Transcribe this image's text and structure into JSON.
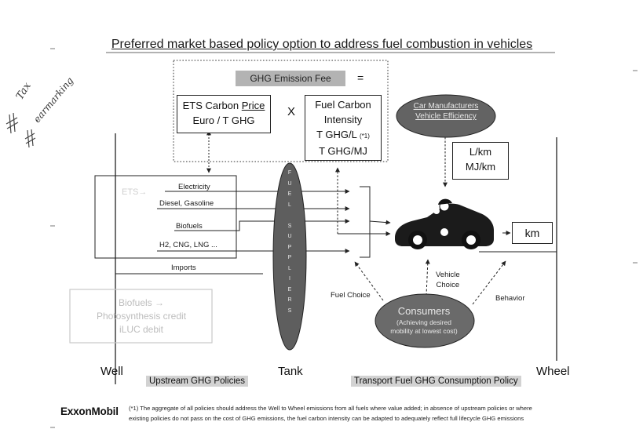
{
  "title": "Preferred market based policy option to address fuel combustion in vehicles",
  "handwriting": {
    "line1": "Tax",
    "line2": "earmarking"
  },
  "fee": {
    "label": "GHG Emission Fee",
    "equals": "="
  },
  "ets_box": {
    "line1_prefix": "ETS Carbon ",
    "line1_underlined": "Price",
    "line2": "Euro / T GHG"
  },
  "multiply": "X",
  "fuel_carbon": {
    "line1": "Fuel Carbon",
    "line2": "Intensity",
    "line3": "T GHG/L",
    "line3_note": "(*1)",
    "line4": "T GHG/MJ"
  },
  "car_manufacturers": {
    "line1": "Car Manufacturers",
    "line2": "Vehicle Efficiency"
  },
  "efficiency_units": {
    "line1": "L/km",
    "line2": "MJ/km"
  },
  "km_label": "km",
  "sources": {
    "ets_faint": "ETS→",
    "items": [
      "Electricity",
      "Diesel, Gasoline",
      "Biofuels",
      "H2, CNG, LNG ...",
      "Imports"
    ]
  },
  "faded_box": {
    "line1": "Biofuels →",
    "line2": "Photosynthesis credit",
    "line3": "iLUC debit"
  },
  "tank_letters": [
    "F",
    "U",
    "E",
    "L",
    "",
    "S",
    "U",
    "P",
    "P",
    "L",
    "I",
    "E",
    "R",
    "S"
  ],
  "consumers": {
    "title": "Consumers",
    "subtitle_line1": "(Achieving desired",
    "subtitle_line2": "mobility at lowest cost)"
  },
  "choices": {
    "fuel_choice": "Fuel Choice",
    "vehicle_choice_line1": "Vehicle",
    "vehicle_choice_line2": "Choice",
    "behavior": "Behavior"
  },
  "bottom_labels": {
    "well": "Well",
    "tank": "Tank",
    "wheel": "Wheel",
    "upstream": "Upstream GHG Policies",
    "transport": "Transport Fuel  GHG Consumption Policy"
  },
  "logo": "ExxonMobil",
  "footnote": {
    "line1": "(*1) The aggregate of all policies should address the Well to Wheel  emissions from all fuels where value added; in absence of upstream policies or where",
    "line2": "existing policies do not pass on the cost of GHG emissions, the fuel carbon intensity can be adapted to adequately reflect full lifecycle GHG emissions"
  }
}
